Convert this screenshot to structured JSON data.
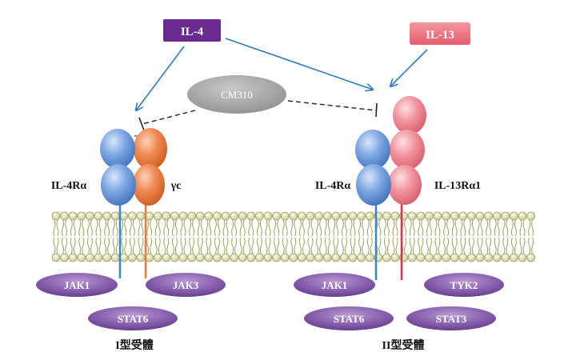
{
  "ligands": {
    "il4": {
      "label": "IL-4",
      "color": "#6a2c91"
    },
    "il13": {
      "label": "IL-13",
      "color": "#ee6b7b"
    }
  },
  "drug": {
    "label": "CM310",
    "color": "#9b9b9b"
  },
  "type1": {
    "receptor_a": "IL-4Rα",
    "receptor_b": "γc",
    "kinase_left": "JAK1",
    "kinase_right": "JAK3",
    "stat": "STAT6",
    "title": "I型受體"
  },
  "type2": {
    "receptor_a": "IL-4Rα",
    "receptor_b": "IL-13Rα1",
    "kinase_left": "JAK1",
    "kinase_right": "TYK2",
    "stat_left": "STAT6",
    "stat_right": "STAT3",
    "title": "II型受體"
  },
  "colors": {
    "arrow": "#2f78c4",
    "il4r_blue": "#5b8fd6",
    "gammac_orange": "#ec7b3e",
    "il13r_pink": "#ee8590",
    "kinase_purple": "#7a4da0",
    "membrane": "#a9b65a"
  }
}
